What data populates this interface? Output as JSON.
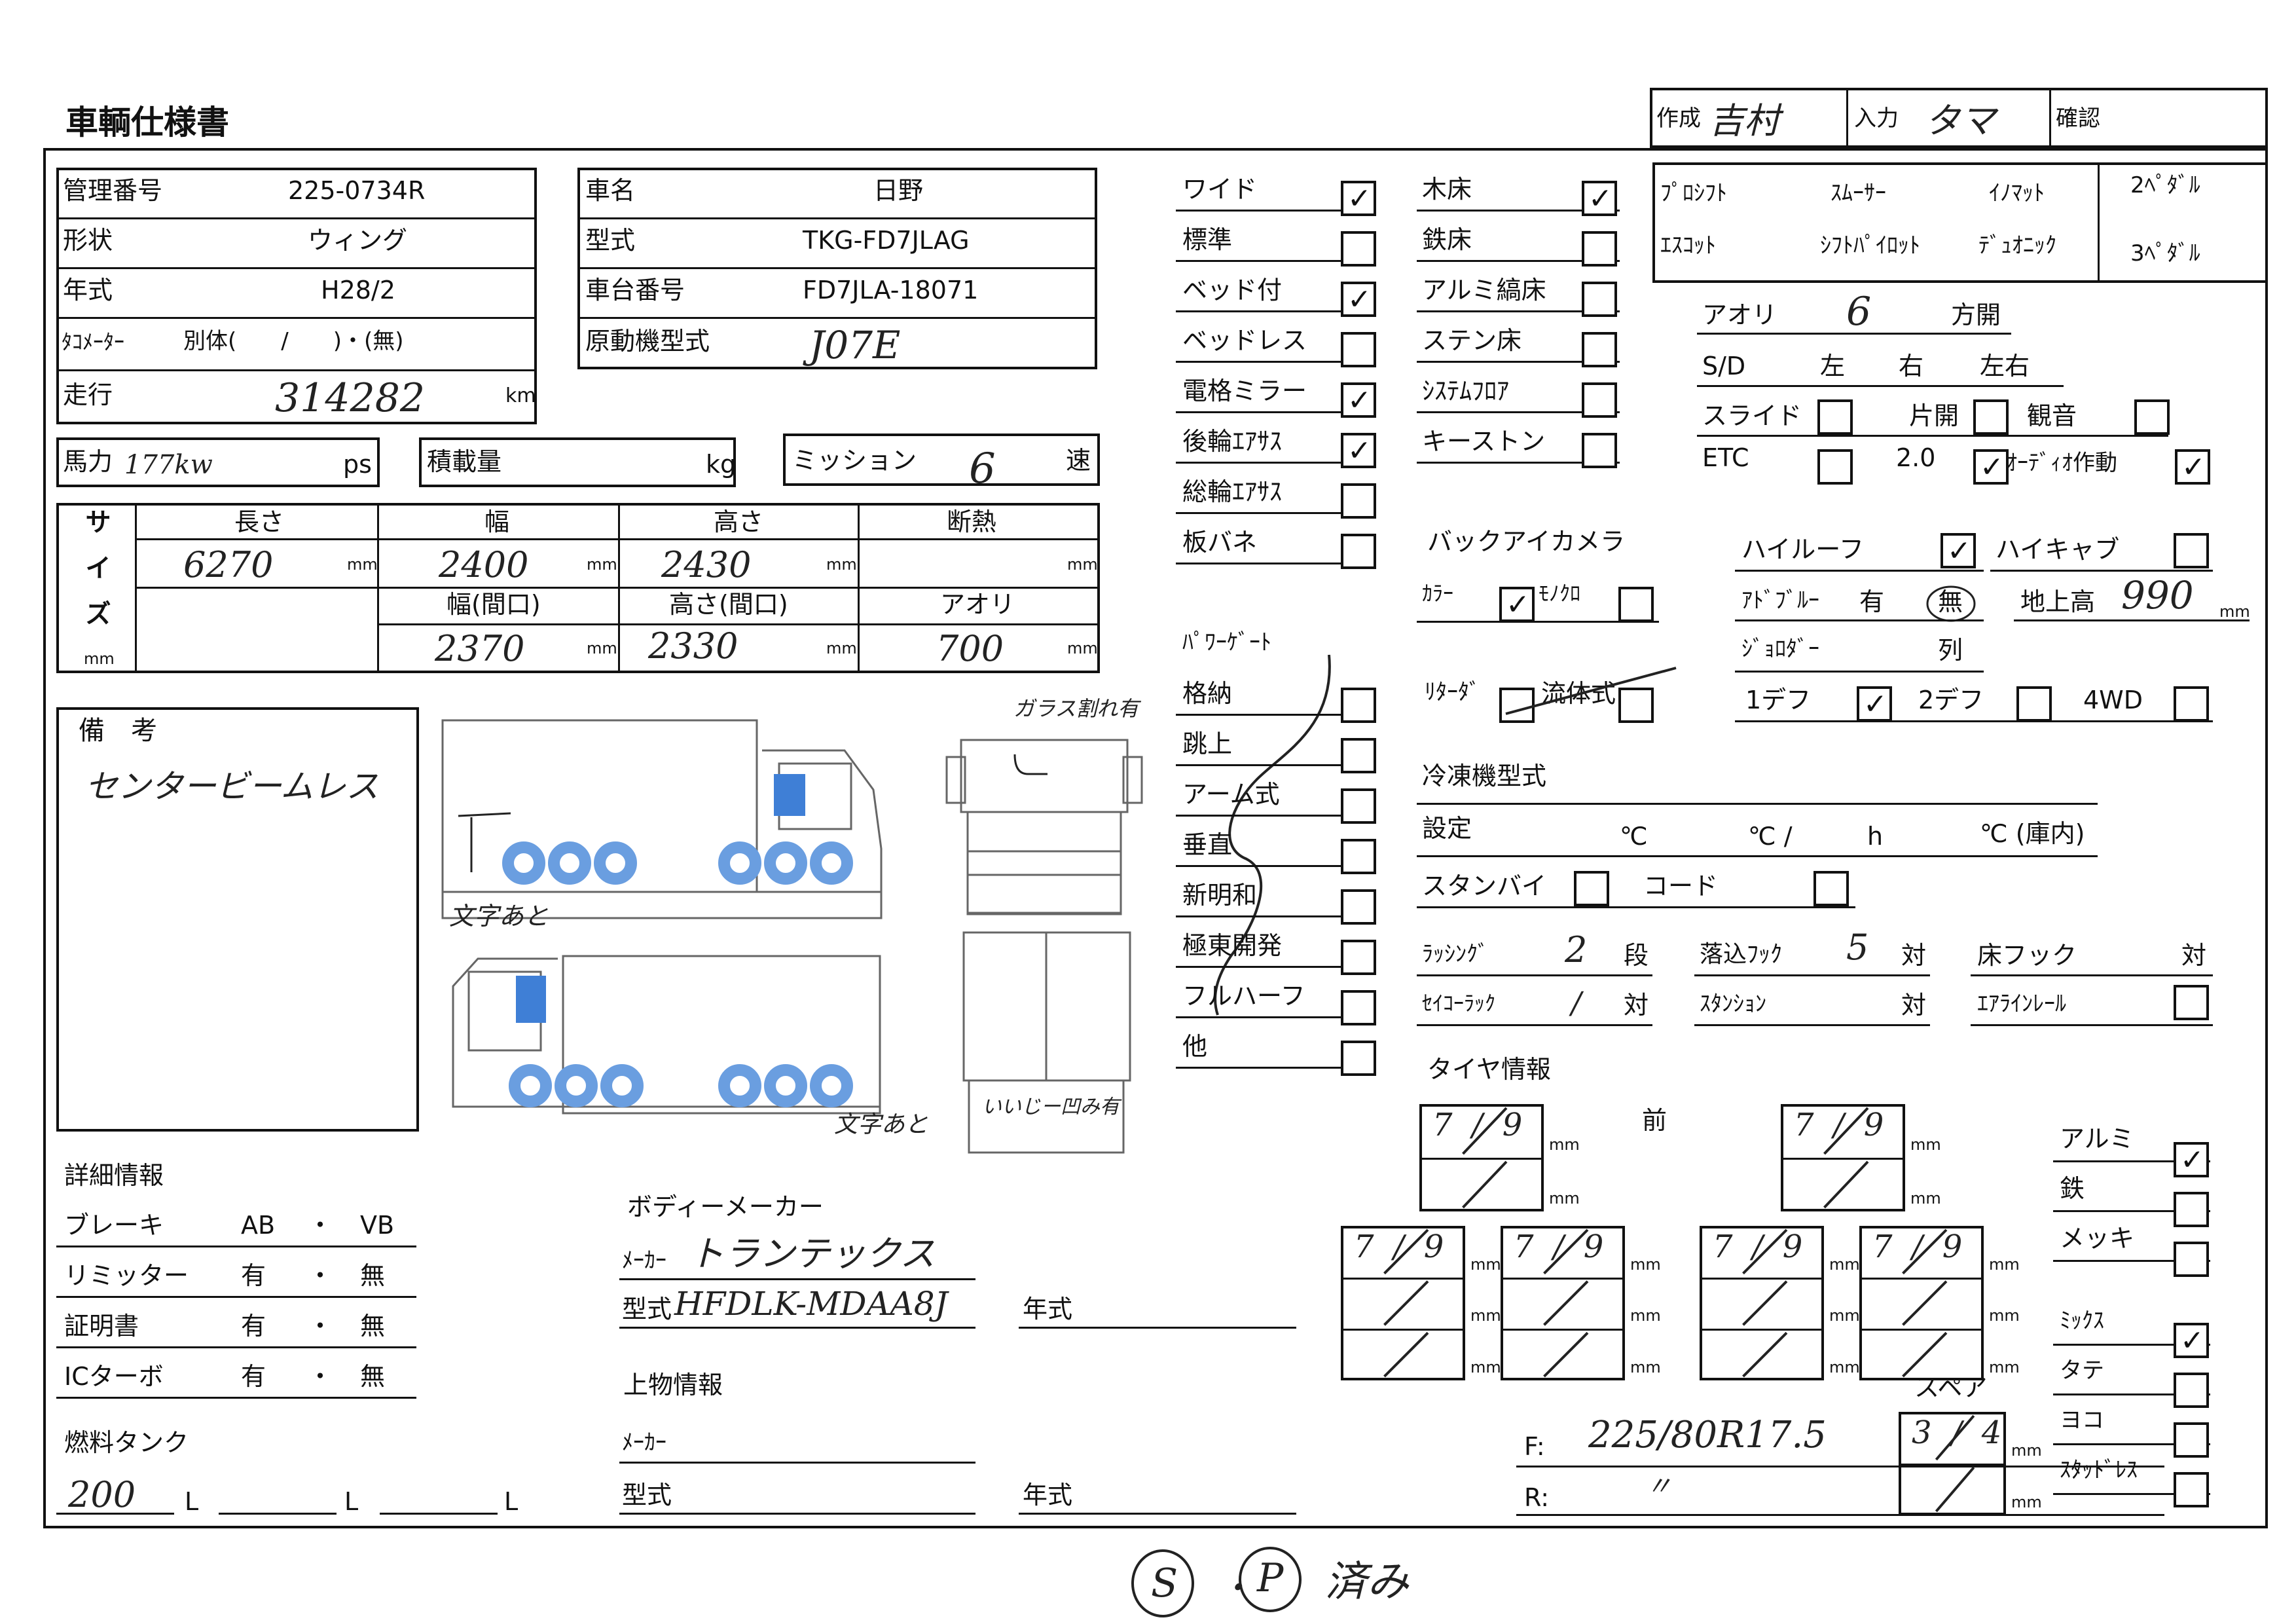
{
  "header": {
    "title": "車輌仕様書",
    "sakusei_label": "作成",
    "sakusei_value": "吉村",
    "nyuryoku_label": "入力",
    "nyuryoku_value": "タマ",
    "kakunin_label": "確認"
  },
  "basic": [
    {
      "label": "管理番号",
      "value": "225-0734R"
    },
    {
      "label": "形状",
      "value": "ウィング"
    },
    {
      "label": "年式",
      "value": "H28/2"
    },
    {
      "label": "ﾀｺﾒｰﾀｰ",
      "value": "別体(　　/　　)・(無)"
    },
    {
      "label": "走行",
      "value": "314282",
      "unit": "km"
    }
  ],
  "vehicle": [
    {
      "label": "車名",
      "value": "日野"
    },
    {
      "label": "型式",
      "value": "TKG-FD7JLAG"
    },
    {
      "label": "車台番号",
      "value": "FD7JLA-18071"
    },
    {
      "label": "原動機型式",
      "value": "J07E"
    }
  ],
  "power": {
    "label": "馬力",
    "value": "177kw",
    "unit": "ps"
  },
  "load": {
    "label": "積載量",
    "unit": "kg"
  },
  "mission": {
    "label": "ミッション",
    "value": "6",
    "unit": "速"
  },
  "size": {
    "side": "サイズ",
    "unit": "mm",
    "h_len": "長さ",
    "h_wid": "幅",
    "h_hgt": "高さ",
    "h_ins": "断熱",
    "v_len": "6270",
    "v_wid": "2400",
    "v_hgt": "2430",
    "h_wid_in": "幅(間口)",
    "h_hgt_in": "高さ(間口)",
    "h_aori": "アオリ",
    "v_wid_in": "2370",
    "v_hgt_in": "2330",
    "v_aori": "700"
  },
  "bikou": {
    "label": "備　考",
    "value": "センタービームレス",
    "note1": "ガラス割れ有",
    "note2": "文字あと",
    "note3": "文字あと",
    "note4": "いいじー凹み有"
  },
  "col1": [
    {
      "label": "ワイド",
      "checked": true
    },
    {
      "label": "標準",
      "checked": false
    },
    {
      "label": "ベッド付",
      "checked": true
    },
    {
      "label": "ベッドレス",
      "checked": false
    },
    {
      "label": "電格ミラー",
      "checked": true
    },
    {
      "label": "後輪ｴｱｻｽ",
      "checked": true
    },
    {
      "label": "総輪ｴｱｻｽ",
      "checked": false
    },
    {
      "label": "板バネ",
      "checked": false
    }
  ],
  "col2": [
    {
      "label": "木床",
      "checked": true
    },
    {
      "label": "鉄床",
      "checked": false
    },
    {
      "label": "アルミ縞床",
      "checked": false
    },
    {
      "label": "ステン床",
      "checked": false
    },
    {
      "label": "ｼｽﾃﾑﾌﾛｱ",
      "checked": false
    },
    {
      "label": "キーストン",
      "checked": false
    }
  ],
  "trans": {
    "r1a": "ﾌﾟﾛｼﾌﾄ",
    "r1b": "ｽﾑｰｻｰ",
    "r1c": "ｲﾉﾏｯﾄ",
    "r1d": "2ﾍﾟﾀﾞﾙ",
    "r2a": "ｴｽｺｯﾄ",
    "r2b": "ｼﾌﾄﾊﾟｲﾛｯﾄ",
    "r2c": "ﾃﾞｭｵﾆｯｸ",
    "r2d": "3ﾍﾟﾀﾞﾙ"
  },
  "aori": {
    "label": "アオリ",
    "value": "6",
    "unit": "方開"
  },
  "sd": {
    "label": "S/D",
    "a": "左",
    "b": "右",
    "c": "左右"
  },
  "slide": {
    "label": "スライド",
    "kata": "片開",
    "kannon": "観音"
  },
  "etc": {
    "label": "ETC",
    "v20": "2.0",
    "audio": "ｵｰﾃﾞｨｵ作動"
  },
  "camera": {
    "label": "バックアイカメラ",
    "color": "ｶﾗｰ",
    "mono": "ﾓﾉｸﾛ"
  },
  "power_gate": {
    "label": "ﾊﾟﾜｰｹﾞｰﾄ",
    "items": [
      "格納",
      "跳上",
      "アーム式",
      "垂直",
      "新明和",
      "極東開発",
      "フルハーフ",
      "他"
    ]
  },
  "retarder": {
    "label": "ﾘﾀｰﾀﾞ",
    "ryutai": "流体式"
  },
  "roof": {
    "high_roof": "ハイルーフ",
    "high_cab": "ハイキャブ",
    "adblue": "ｱﾄﾞﾌﾞﾙｰ",
    "yu": "有",
    "mu": "無",
    "chijo": "地上高",
    "chijo_v": "990",
    "unit": "mm"
  },
  "jyoda": {
    "label": "ｼﾞｮﾛﾀﾞｰ",
    "retsu": "列"
  },
  "diff": {
    "d1": "1デフ",
    "d2": "2デフ",
    "d4": "4WD"
  },
  "reitou": {
    "label": "冷凍機型式",
    "setting": "設定",
    "c1": "℃",
    "c2": "℃ /",
    "h": "h",
    "c3": "℃ (庫内)",
    "standby": "スタンバイ",
    "cord": "コード"
  },
  "hooks": {
    "lashing": "ﾗｯｼﾝｸﾞ",
    "lashing_v": "2",
    "dan": "段",
    "ochikomi": "落込ﾌｯｸ",
    "ochikomi_v": "5",
    "tsui": "対",
    "yuka": "床フック",
    "seiko": "ｾｲｺｰﾗｯｸ",
    "seiko_v": "/",
    "stanchion": "ｽﾀﾝｼｮﾝ",
    "airline": "ｴｱﾗｲﾝﾚｰﾙ"
  },
  "tire": {
    "label": "タイヤ情報",
    "front": "前",
    "spare": "スペア",
    "unit": "mm",
    "val": "7/9",
    "spare_v": "3/4",
    "f_label": "F:",
    "f_value": "225/80R17.5",
    "r_label": "R:",
    "r_value": "〃"
  },
  "wheel": [
    "アルミ",
    "鉄",
    "メッキ"
  ],
  "wheel2": [
    "ﾐｯｸｽ",
    "タテ",
    "ヨコ",
    "ｽﾀｯﾄﾞﾚｽ"
  ],
  "detail": {
    "label": "詳細情報",
    "items": [
      {
        "label": "ブレーキ",
        "a": "AB",
        "dot": "・",
        "b": "VB"
      },
      {
        "label": "リミッター",
        "a": "有",
        "dot": "・",
        "b": "無"
      },
      {
        "label": "証明書",
        "a": "有",
        "dot": "・",
        "b": "無"
      },
      {
        "label": "ICターボ",
        "a": "有",
        "dot": "・",
        "b": "無"
      }
    ]
  },
  "fuel": {
    "label": "燃料タンク",
    "value": "200",
    "unit": "L"
  },
  "body_maker": {
    "label": "ボディーメーカー",
    "maker": "ﾒｰｶｰ",
    "maker_v": "トランテックス",
    "model": "型式",
    "model_v": "HFDLK-MDAA8J",
    "year": "年式"
  },
  "upper": {
    "label": "上物情報",
    "maker": "ﾒｰｶｰ",
    "model": "型式",
    "year": "年式"
  },
  "footer": {
    "s": "S",
    "dot": "・",
    "p": "P",
    "done": "済み"
  }
}
